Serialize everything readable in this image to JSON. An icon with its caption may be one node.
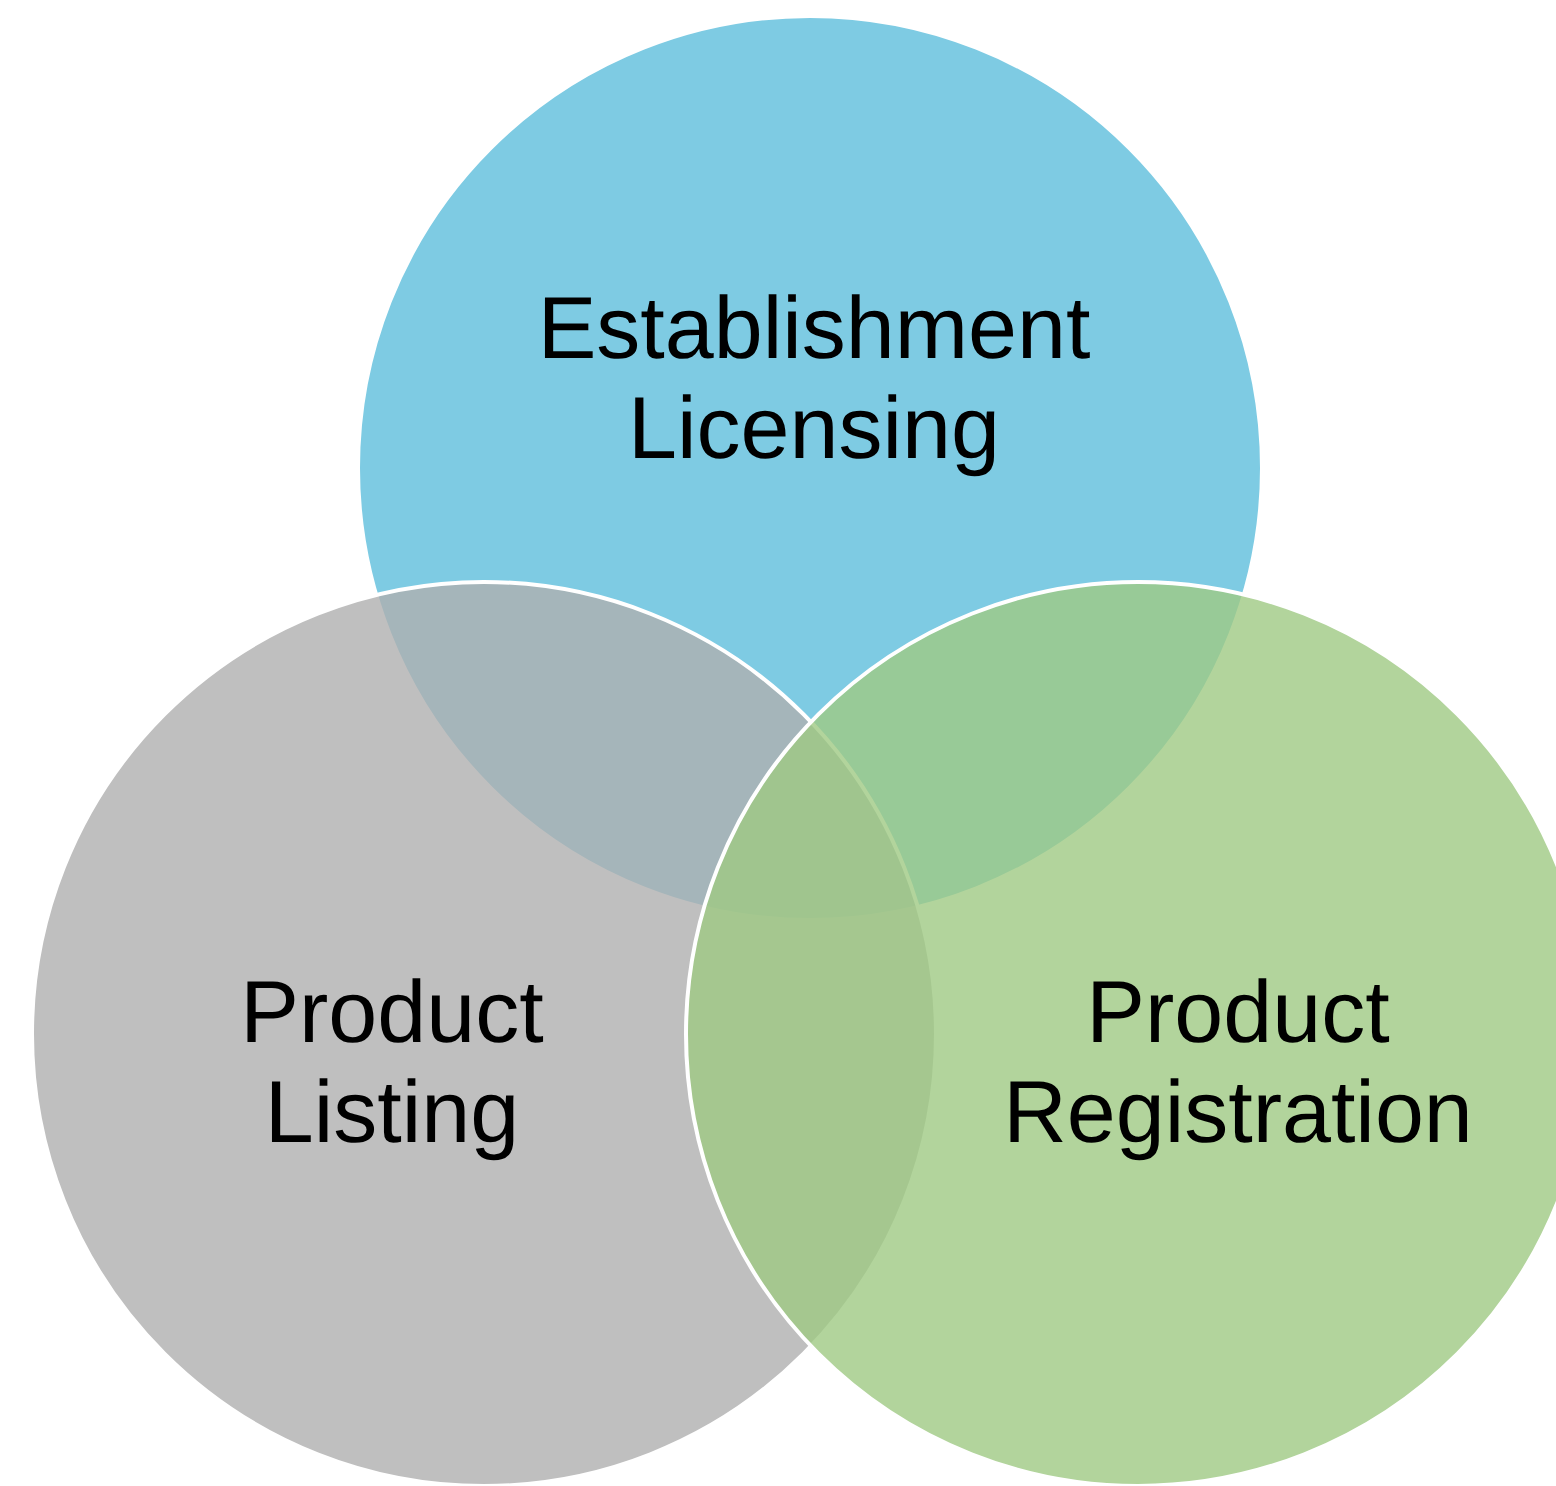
{
  "diagram": {
    "nodes": [
      {
        "text": [
          "Establishment Licensing"
        ]
      },
      {
        "text": [
          "Product Listing"
        ]
      },
      {
        "text": [
          "Product Registration"
        ]
      }
    ]
  }
}
